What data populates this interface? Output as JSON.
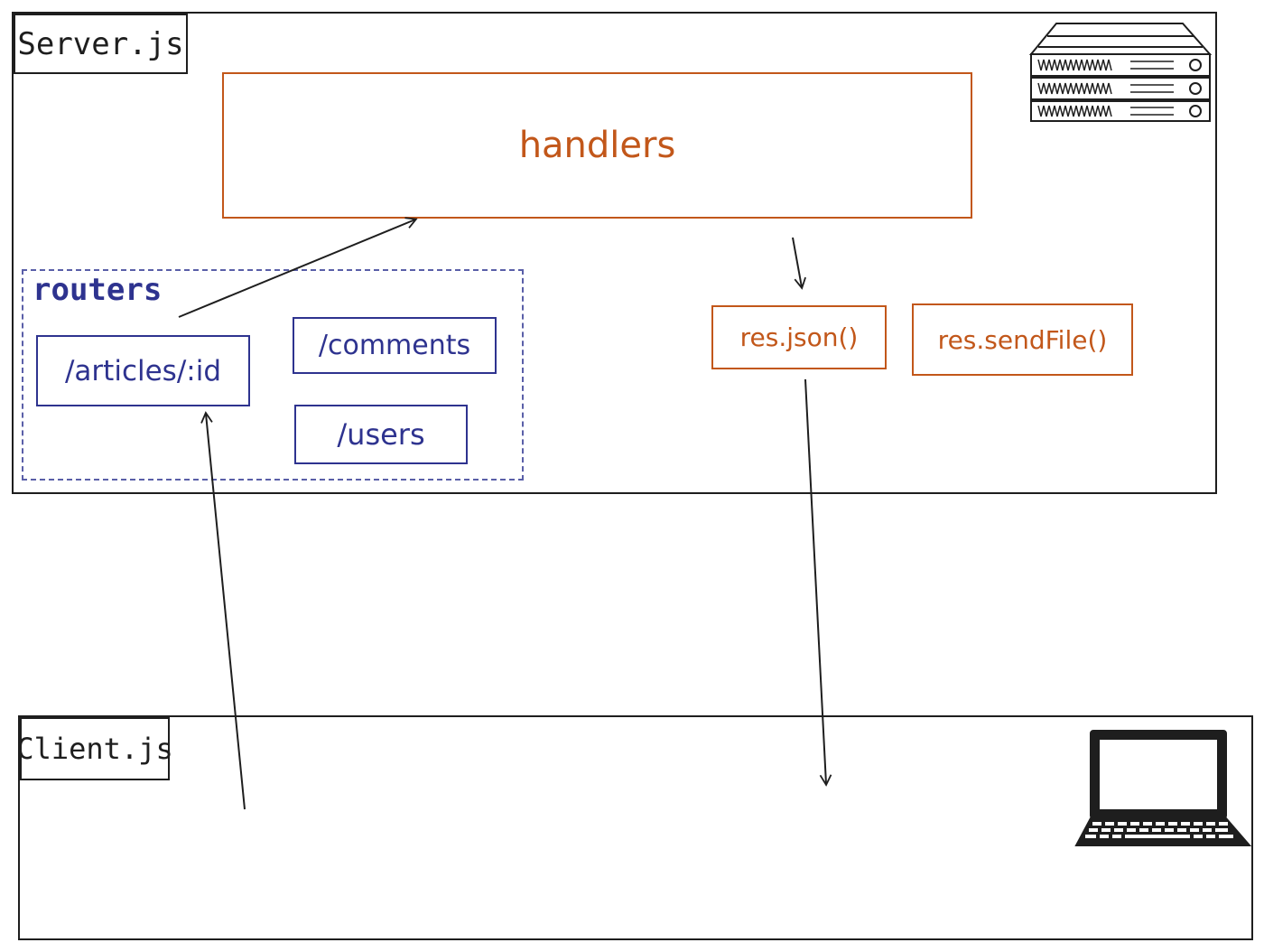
{
  "server": {
    "title": "Server.js",
    "icon": "server-rack-icon"
  },
  "client": {
    "title": "Client.js",
    "icon": "laptop-icon"
  },
  "handlers": {
    "label": "handlers"
  },
  "routers": {
    "label": "routers",
    "routes": [
      "/articles/:id",
      "/comments",
      "/users"
    ]
  },
  "responses": [
    "res.json()",
    "res.sendFile()"
  ],
  "colors": {
    "frame": "#1e1e1e",
    "handlers": "#c2571a",
    "routers": "#2e338f",
    "group_border": "#5a5fa8"
  }
}
